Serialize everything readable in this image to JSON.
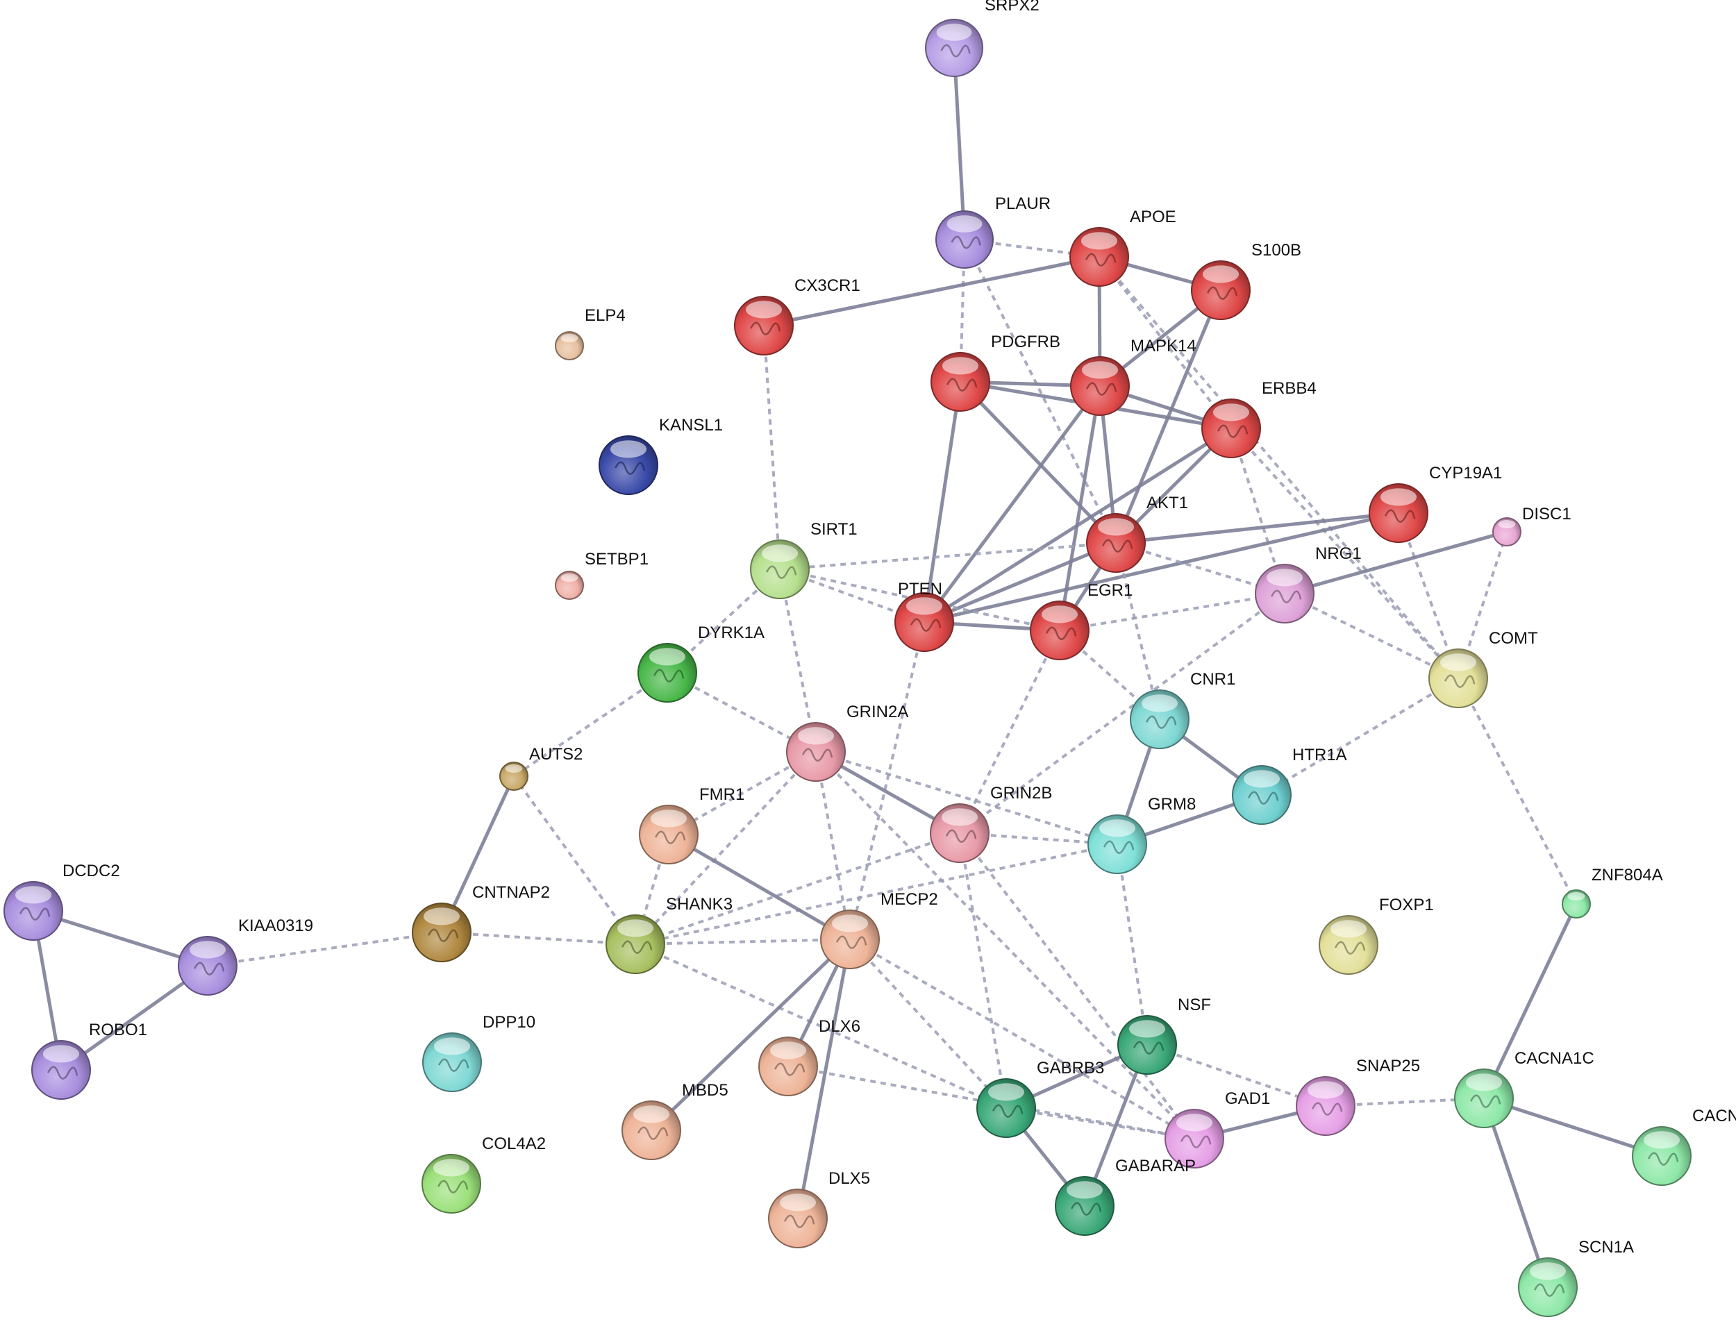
{
  "network": {
    "nodes": [
      {
        "id": "SRPX2",
        "label": "SRPX2",
        "color": "#b79ee6"
      },
      {
        "id": "PLAUR",
        "label": "PLAUR",
        "color": "#a98fdf"
      },
      {
        "id": "APOE",
        "label": "APOE",
        "color": "#e04848"
      },
      {
        "id": "S100B",
        "label": "S100B",
        "color": "#e04848"
      },
      {
        "id": "CX3CR1",
        "label": "CX3CR1",
        "color": "#e04848"
      },
      {
        "id": "ELP4",
        "label": "ELP4",
        "color": "#e8c0a0"
      },
      {
        "id": "PDGFRB",
        "label": "PDGFRB",
        "color": "#e04848"
      },
      {
        "id": "MAPK14",
        "label": "MAPK14",
        "color": "#e04848"
      },
      {
        "id": "ERBB4",
        "label": "ERBB4",
        "color": "#e04848"
      },
      {
        "id": "KANSL1",
        "label": "KANSL1",
        "color": "#3a4aa8"
      },
      {
        "id": "CYP19A1",
        "label": "CYP19A1",
        "color": "#e04848"
      },
      {
        "id": "DISC1",
        "label": "DISC1",
        "color": "#e9a7d6"
      },
      {
        "id": "AKT1",
        "label": "AKT1",
        "color": "#e04848"
      },
      {
        "id": "SIRT1",
        "label": "SIRT1",
        "color": "#b6e08e"
      },
      {
        "id": "SETBP1",
        "label": "SETBP1",
        "color": "#f0b0a8"
      },
      {
        "id": "NRG1",
        "label": "NRG1",
        "color": "#dea2d8"
      },
      {
        "id": "PTEN",
        "label": "PTEN",
        "color": "#e04848"
      },
      {
        "id": "EGR1",
        "label": "EGR1",
        "color": "#e04848"
      },
      {
        "id": "DYRK1A",
        "label": "DYRK1A",
        "color": "#49b849"
      },
      {
        "id": "COMT",
        "label": "COMT",
        "color": "#e3e09a"
      },
      {
        "id": "CNR1",
        "label": "CNR1",
        "color": "#7fd8d4"
      },
      {
        "id": "GRIN2A",
        "label": "GRIN2A",
        "color": "#e89aa8"
      },
      {
        "id": "AUTS2",
        "label": "AUTS2",
        "color": "#c8a866"
      },
      {
        "id": "HTR1A",
        "label": "HTR1A",
        "color": "#6fd0d0"
      },
      {
        "id": "FMR1",
        "label": "FMR1",
        "color": "#eeb498"
      },
      {
        "id": "GRIN2B",
        "label": "GRIN2B",
        "color": "#e89aa8"
      },
      {
        "id": "GRM8",
        "label": "GRM8",
        "color": "#7fe0d8"
      },
      {
        "id": "DCDC2",
        "label": "DCDC2",
        "color": "#a98fdf"
      },
      {
        "id": "ZNF804A",
        "label": "ZNF804A",
        "color": "#8ee8a8"
      },
      {
        "id": "CNTNAP2",
        "label": "CNTNAP2",
        "color": "#b08840"
      },
      {
        "id": "SHANK3",
        "label": "SHANK3",
        "color": "#a8c060"
      },
      {
        "id": "MECP2",
        "label": "MECP2",
        "color": "#eeb498"
      },
      {
        "id": "FOXP1",
        "label": "FOXP1",
        "color": "#e3e09a"
      },
      {
        "id": "KIAA0319",
        "label": "KIAA0319",
        "color": "#a98fdf"
      },
      {
        "id": "DPP10",
        "label": "DPP10",
        "color": "#7fd8d4"
      },
      {
        "id": "ROBO1",
        "label": "ROBO1",
        "color": "#a98fdf"
      },
      {
        "id": "NSF",
        "label": "NSF",
        "color": "#3aa878"
      },
      {
        "id": "DLX6",
        "label": "DLX6",
        "color": "#eeb498"
      },
      {
        "id": "CACNA1C",
        "label": "CACNA1C",
        "color": "#8ee8a8"
      },
      {
        "id": "SNAP25",
        "label": "SNAP25",
        "color": "#e6a0e6"
      },
      {
        "id": "GABRB3",
        "label": "GABRB3",
        "color": "#3aa878"
      },
      {
        "id": "MBD5",
        "label": "MBD5",
        "color": "#eeb498"
      },
      {
        "id": "GAD1",
        "label": "GAD1",
        "color": "#e6a0e6"
      },
      {
        "id": "CACN",
        "label": "CACN",
        "color": "#8ee8a8"
      },
      {
        "id": "COL4A2",
        "label": "COL4A2",
        "color": "#9be07a"
      },
      {
        "id": "GABARAP",
        "label": "GABARAP",
        "color": "#3aa878"
      },
      {
        "id": "DLX5",
        "label": "DLX5",
        "color": "#eeb498"
      },
      {
        "id": "SCN1A",
        "label": "SCN1A",
        "color": "#8ee8a8"
      }
    ],
    "edges": [
      {
        "from": "SRPX2",
        "to": "PLAUR",
        "style": "solid"
      },
      {
        "from": "PLAUR",
        "to": "APOE",
        "style": "dashed"
      },
      {
        "from": "PLAUR",
        "to": "PDGFRB",
        "style": "dashed"
      },
      {
        "from": "PLAUR",
        "to": "AKT1",
        "style": "dashed"
      },
      {
        "from": "APOE",
        "to": "S100B",
        "style": "solid"
      },
      {
        "from": "APOE",
        "to": "MAPK14",
        "style": "solid"
      },
      {
        "from": "APOE",
        "to": "CX3CR1",
        "style": "solid"
      },
      {
        "from": "APOE",
        "to": "ERBB4",
        "style": "dashed"
      },
      {
        "from": "APOE",
        "to": "COMT",
        "style": "dashed"
      },
      {
        "from": "S100B",
        "to": "MAPK14",
        "style": "solid"
      },
      {
        "from": "S100B",
        "to": "AKT1",
        "style": "solid"
      },
      {
        "from": "CX3CR1",
        "to": "SIRT1",
        "style": "dashed"
      },
      {
        "from": "PDGFRB",
        "to": "MAPK14",
        "style": "solid"
      },
      {
        "from": "PDGFRB",
        "to": "ERBB4",
        "style": "solid"
      },
      {
        "from": "PDGFRB",
        "to": "AKT1",
        "style": "solid"
      },
      {
        "from": "PDGFRB",
        "to": "PTEN",
        "style": "solid"
      },
      {
        "from": "MAPK14",
        "to": "AKT1",
        "style": "solid"
      },
      {
        "from": "MAPK14",
        "to": "PTEN",
        "style": "solid"
      },
      {
        "from": "MAPK14",
        "to": "EGR1",
        "style": "solid"
      },
      {
        "from": "MAPK14",
        "to": "ERBB4",
        "style": "solid"
      },
      {
        "from": "ERBB4",
        "to": "NRG1",
        "style": "dashed"
      },
      {
        "from": "ERBB4",
        "to": "AKT1",
        "style": "solid"
      },
      {
        "from": "ERBB4",
        "to": "PTEN",
        "style": "solid"
      },
      {
        "from": "ERBB4",
        "to": "COMT",
        "style": "dashed"
      },
      {
        "from": "CYP19A1",
        "to": "AKT1",
        "style": "solid"
      },
      {
        "from": "CYP19A1",
        "to": "PTEN",
        "style": "solid"
      },
      {
        "from": "CYP19A1",
        "to": "COMT",
        "style": "dashed"
      },
      {
        "from": "DISC1",
        "to": "NRG1",
        "style": "solid"
      },
      {
        "from": "DISC1",
        "to": "COMT",
        "style": "dashed"
      },
      {
        "from": "AKT1",
        "to": "SIRT1",
        "style": "dashed"
      },
      {
        "from": "AKT1",
        "to": "PTEN",
        "style": "solid"
      },
      {
        "from": "AKT1",
        "to": "EGR1",
        "style": "solid"
      },
      {
        "from": "AKT1",
        "to": "NRG1",
        "style": "dashed"
      },
      {
        "from": "AKT1",
        "to": "CNR1",
        "style": "dashed"
      },
      {
        "from": "SIRT1",
        "to": "PTEN",
        "style": "dashed"
      },
      {
        "from": "SIRT1",
        "to": "EGR1",
        "style": "dashed"
      },
      {
        "from": "SIRT1",
        "to": "DYRK1A",
        "style": "dashed"
      },
      {
        "from": "SIRT1",
        "to": "GRIN2A",
        "style": "dashed"
      },
      {
        "from": "PTEN",
        "to": "EGR1",
        "style": "solid"
      },
      {
        "from": "PTEN",
        "to": "MECP2",
        "style": "dashed"
      },
      {
        "from": "EGR1",
        "to": "NRG1",
        "style": "dashed"
      },
      {
        "from": "EGR1",
        "to": "CNR1",
        "style": "dashed"
      },
      {
        "from": "EGR1",
        "to": "GRIN2B",
        "style": "dashed"
      },
      {
        "from": "NRG1",
        "to": "COMT",
        "style": "dashed"
      },
      {
        "from": "NRG1",
        "to": "GRIN2B",
        "style": "dashed"
      },
      {
        "from": "COMT",
        "to": "HTR1A",
        "style": "dashed"
      },
      {
        "from": "COMT",
        "to": "ZNF804A",
        "style": "dashed"
      },
      {
        "from": "CNR1",
        "to": "HTR1A",
        "style": "solid"
      },
      {
        "from": "CNR1",
        "to": "GRM8",
        "style": "solid"
      },
      {
        "from": "HTR1A",
        "to": "GRM8",
        "style": "solid"
      },
      {
        "from": "DYRK1A",
        "to": "AUTS2",
        "style": "dashed"
      },
      {
        "from": "DYRK1A",
        "to": "GRIN2A",
        "style": "dashed"
      },
      {
        "from": "GRIN2A",
        "to": "GRIN2B",
        "style": "solid"
      },
      {
        "from": "GRIN2A",
        "to": "FMR1",
        "style": "dashed"
      },
      {
        "from": "GRIN2A",
        "to": "MECP2",
        "style": "dashed"
      },
      {
        "from": "GRIN2A",
        "to": "SHANK3",
        "style": "dashed"
      },
      {
        "from": "GRIN2A",
        "to": "GRM8",
        "style": "dashed"
      },
      {
        "from": "GRIN2A",
        "to": "GAD1",
        "style": "dashed"
      },
      {
        "from": "GRIN2B",
        "to": "GRM8",
        "style": "dashed"
      },
      {
        "from": "GRIN2B",
        "to": "SHANK3",
        "style": "dashed"
      },
      {
        "from": "GRIN2B",
        "to": "GABRB3",
        "style": "dashed"
      },
      {
        "from": "GRIN2B",
        "to": "GAD1",
        "style": "dashed"
      },
      {
        "from": "GRM8",
        "to": "NSF",
        "style": "dashed"
      },
      {
        "from": "GRM8",
        "to": "SHANK3",
        "style": "dashed"
      },
      {
        "from": "AUTS2",
        "to": "CNTNAP2",
        "style": "solid"
      },
      {
        "from": "AUTS2",
        "to": "SHANK3",
        "style": "dashed"
      },
      {
        "from": "FMR1",
        "to": "MECP2",
        "style": "solid"
      },
      {
        "from": "FMR1",
        "to": "SHANK3",
        "style": "dashed"
      },
      {
        "from": "DCDC2",
        "to": "KIAA0319",
        "style": "solid"
      },
      {
        "from": "DCDC2",
        "to": "ROBO1",
        "style": "solid"
      },
      {
        "from": "KIAA0319",
        "to": "ROBO1",
        "style": "solid"
      },
      {
        "from": "KIAA0319",
        "to": "CNTNAP2",
        "style": "dashed"
      },
      {
        "from": "CNTNAP2",
        "to": "SHANK3",
        "style": "dashed"
      },
      {
        "from": "SHANK3",
        "to": "MECP2",
        "style": "dashed"
      },
      {
        "from": "SHANK3",
        "to": "GABRB3",
        "style": "dashed"
      },
      {
        "from": "MECP2",
        "to": "DLX6",
        "style": "solid"
      },
      {
        "from": "MECP2",
        "to": "DLX5",
        "style": "solid"
      },
      {
        "from": "MECP2",
        "to": "MBD5",
        "style": "solid"
      },
      {
        "from": "MECP2",
        "to": "GABRB3",
        "style": "dashed"
      },
      {
        "from": "MECP2",
        "to": "GAD1",
        "style": "dashed"
      },
      {
        "from": "DLX6",
        "to": "GAD1",
        "style": "dashed"
      },
      {
        "from": "NSF",
        "to": "SNAP25",
        "style": "dashed"
      },
      {
        "from": "NSF",
        "to": "GABRB3",
        "style": "solid"
      },
      {
        "from": "NSF",
        "to": "GABARAP",
        "style": "solid"
      },
      {
        "from": "GABRB3",
        "to": "GABARAP",
        "style": "solid"
      },
      {
        "from": "GABRB3",
        "to": "GAD1",
        "style": "dashed"
      },
      {
        "from": "GAD1",
        "to": "SNAP25",
        "style": "solid"
      },
      {
        "from": "SNAP25",
        "to": "CACNA1C",
        "style": "dashed"
      },
      {
        "from": "ZNF804A",
        "to": "CACNA1C",
        "style": "solid"
      },
      {
        "from": "CACNA1C",
        "to": "CACN",
        "style": "solid"
      },
      {
        "from": "CACNA1C",
        "to": "SCN1A",
        "style": "solid"
      }
    ]
  }
}
